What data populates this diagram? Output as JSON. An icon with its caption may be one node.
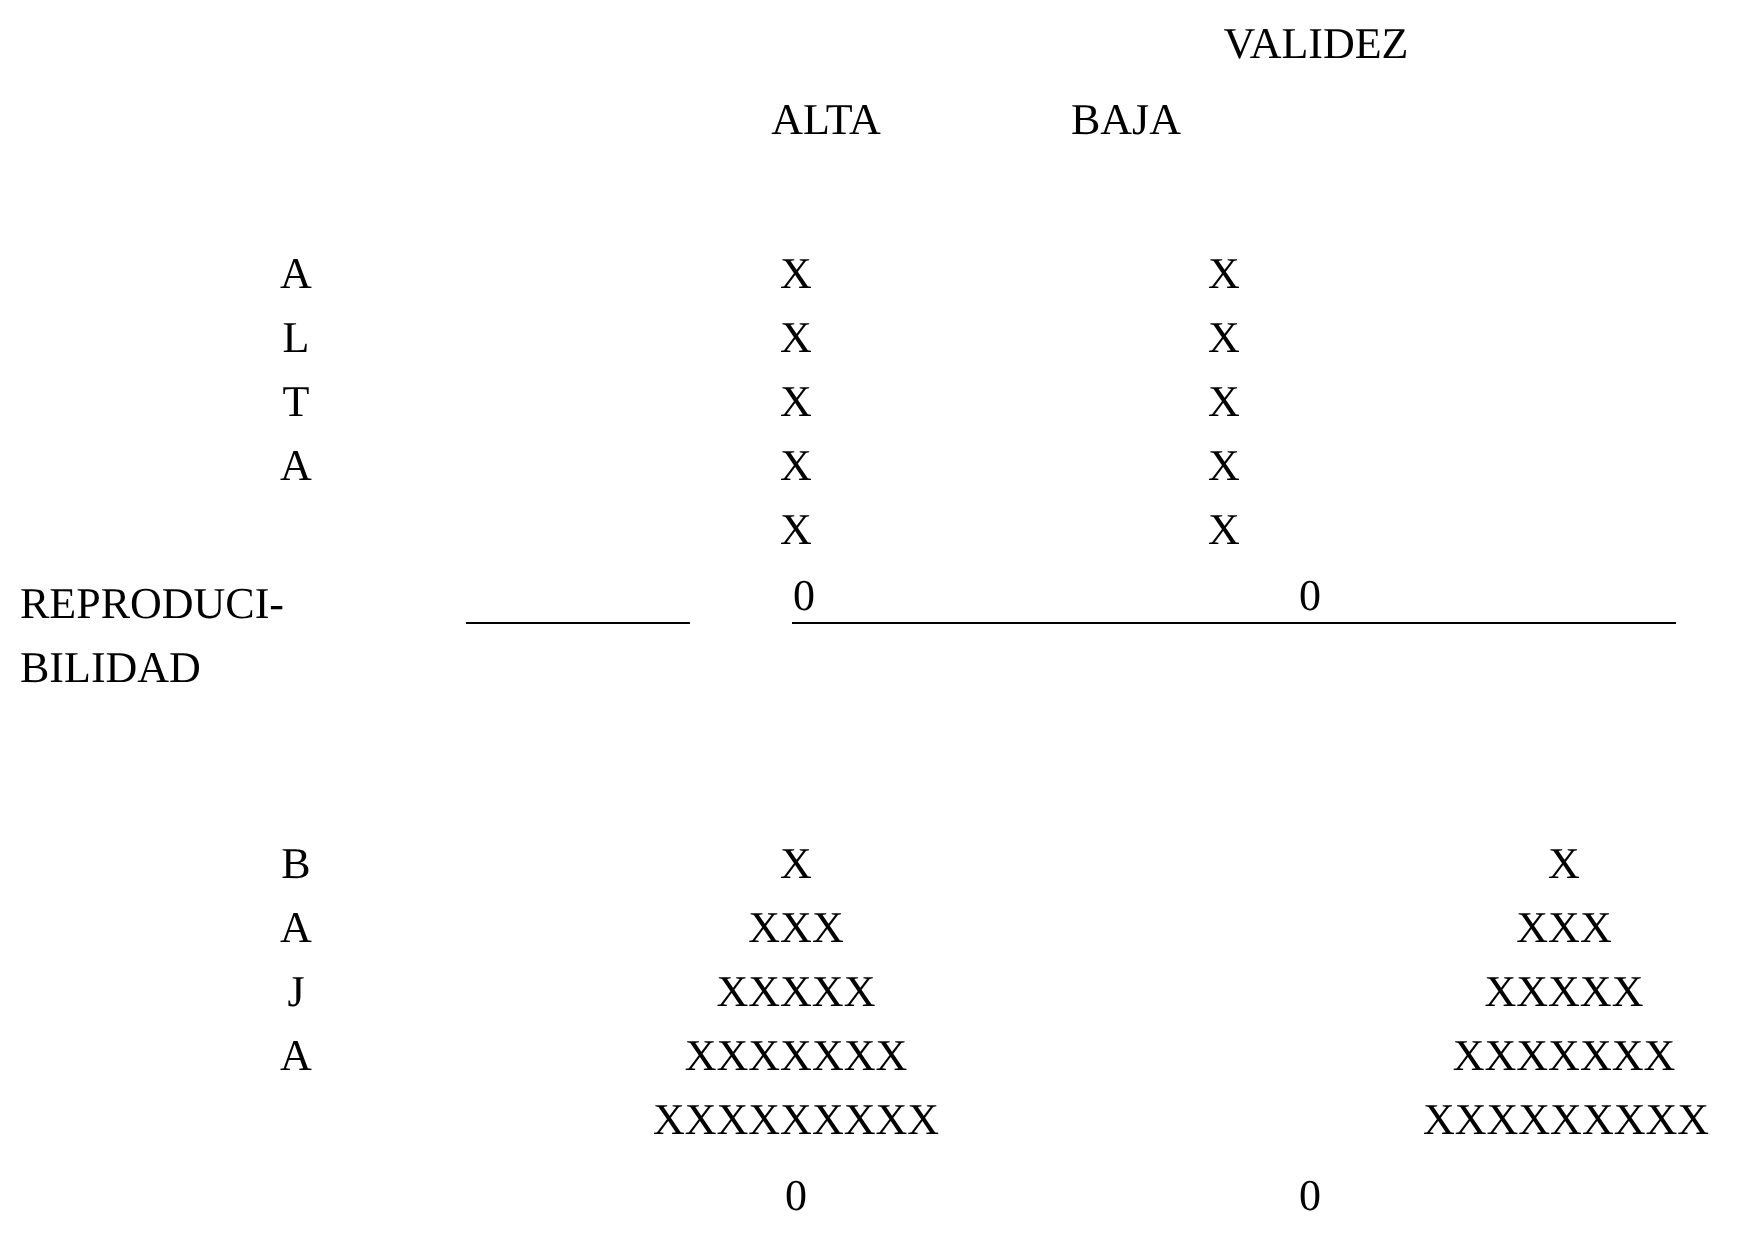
{
  "diagram": {
    "labels": [
      "VALIDEZ",
      "ALTA",
      "BAJA",
      "A",
      "X",
      "X",
      "L",
      "X",
      "X",
      "T",
      "X",
      "X",
      "A",
      "X",
      "X",
      "X",
      "X",
      "REPRODUCI- BILIDAD",
      "0",
      "0",
      "B",
      "X",
      "X",
      "A",
      "XXX",
      "XXX",
      "J",
      "XXXXX",
      "XXXXX",
      "A",
      "XXXXXXX",
      "XXXXXXX",
      "XXXXXXXXX",
      "XXXXXXXXX",
      "0",
      "0"
    ]
  }
}
